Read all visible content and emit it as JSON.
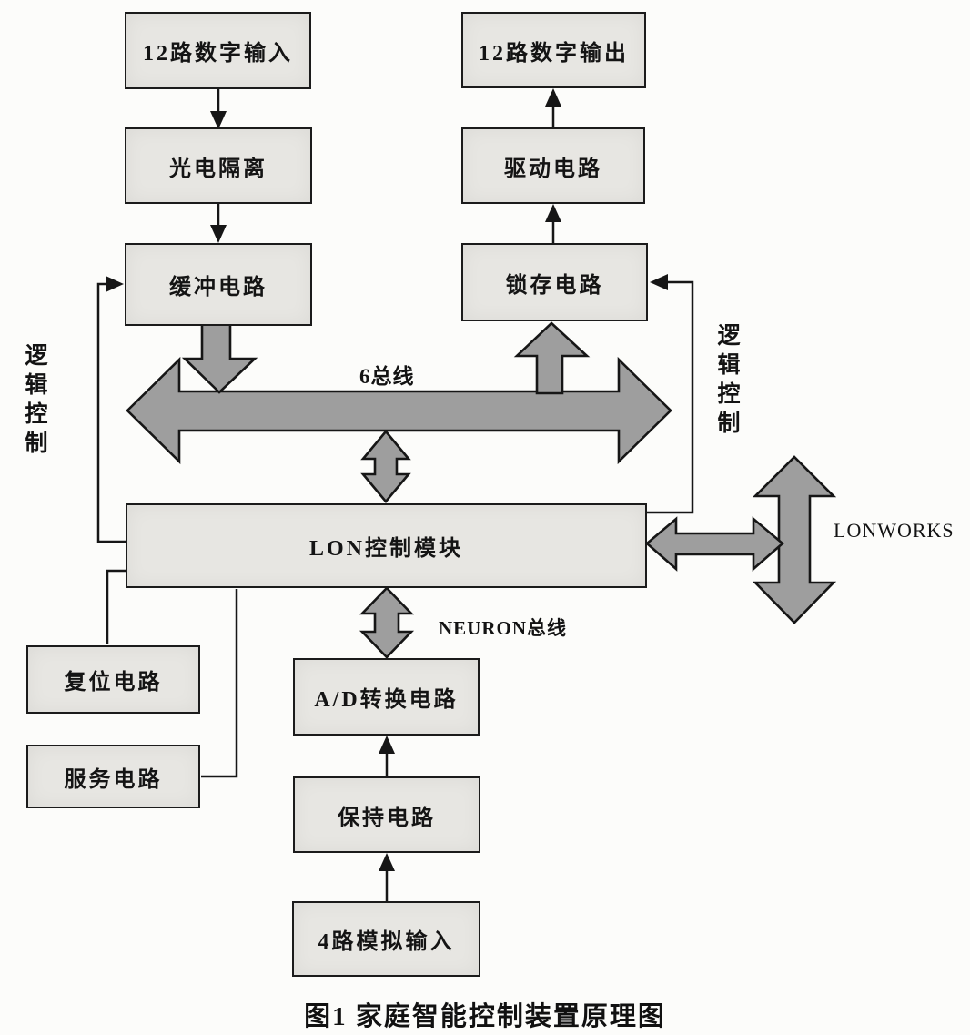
{
  "diagram": {
    "caption": "图1 家庭智能控制装置原理图"
  },
  "blocks": {
    "digital_input_12": {
      "label": "12路数字输入"
    },
    "opto_isolation": {
      "label": "光电隔离"
    },
    "buffer_circuit": {
      "label": "缓冲电路"
    },
    "digital_output_12": {
      "label": "12路数字输出"
    },
    "drive_circuit": {
      "label": "驱动电路"
    },
    "latch_circuit": {
      "label": "锁存电路"
    },
    "lon_module": {
      "label": "LON控制模块"
    },
    "reset_circuit": {
      "label": "复位电路"
    },
    "service_circuit": {
      "label": "服务电路"
    },
    "ad_converter": {
      "label": "A/D转换电路"
    },
    "hold_circuit": {
      "label": "保持电路"
    },
    "analog_input_4": {
      "label": "4路模拟输入"
    }
  },
  "bus_labels": {
    "bus6": "6总线",
    "neuron": "NEURON总线",
    "lonworks": "LONWORKS"
  },
  "side_labels": {
    "logic_left": "逻辑控制",
    "logic_right": "逻辑控制"
  },
  "colors": {
    "block_fill": "#e7e6e2",
    "arrow_fill": "#9e9e9e",
    "line": "#161616",
    "background": "#fcfcfa"
  }
}
